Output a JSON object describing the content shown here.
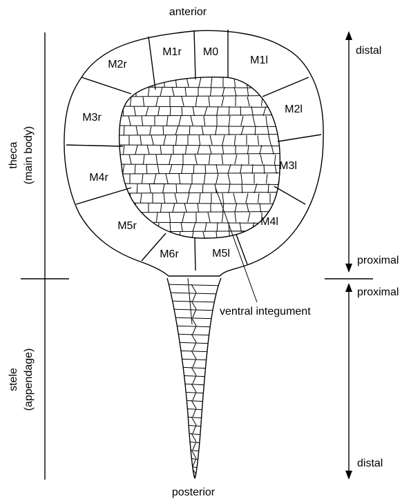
{
  "orientation": {
    "anterior": "anterior",
    "posterior": "posterior"
  },
  "regions": {
    "theca": "theca",
    "theca_sub": "(main body)",
    "stele": "stele",
    "stele_sub": "(appendage)"
  },
  "axis_labels": {
    "upper_distal": "distal",
    "upper_proximal": "proximal",
    "lower_proximal": "proximal",
    "lower_distal": "distal"
  },
  "plates": [
    "M1r",
    "M0",
    "M1l",
    "M2r",
    "M2l",
    "M3r",
    "M3l",
    "M4r",
    "M4l",
    "M5r",
    "M5l",
    "M6r"
  ],
  "integument_label": "ventral integument"
}
